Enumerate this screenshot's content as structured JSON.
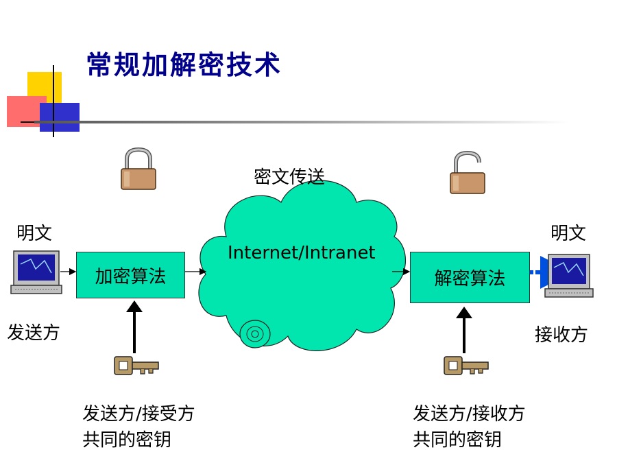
{
  "title": "常规加解密技术",
  "transport_label": "密文传送",
  "network_label": "Internet/Intranet",
  "sender": {
    "plaintext_label": "明文",
    "role_label": "发送方",
    "algorithm_label": "加密算法",
    "key_caption": [
      "发送方/接受方",
      "共同的密钥"
    ]
  },
  "receiver": {
    "plaintext_label": "明文",
    "role_label": "接收方",
    "algorithm_label": "解密算法",
    "key_caption": [
      "发送方/接收方",
      "共同的密钥"
    ]
  },
  "colors": {
    "title": "#00008b",
    "box_fill": "#00dfae",
    "cloud_fill": "#00e6ae",
    "lock_body": "#c8966a",
    "key": "#b89a66"
  },
  "icons": [
    "lock-closed-icon",
    "lock-open-icon",
    "computer-icon",
    "key-icon"
  ]
}
